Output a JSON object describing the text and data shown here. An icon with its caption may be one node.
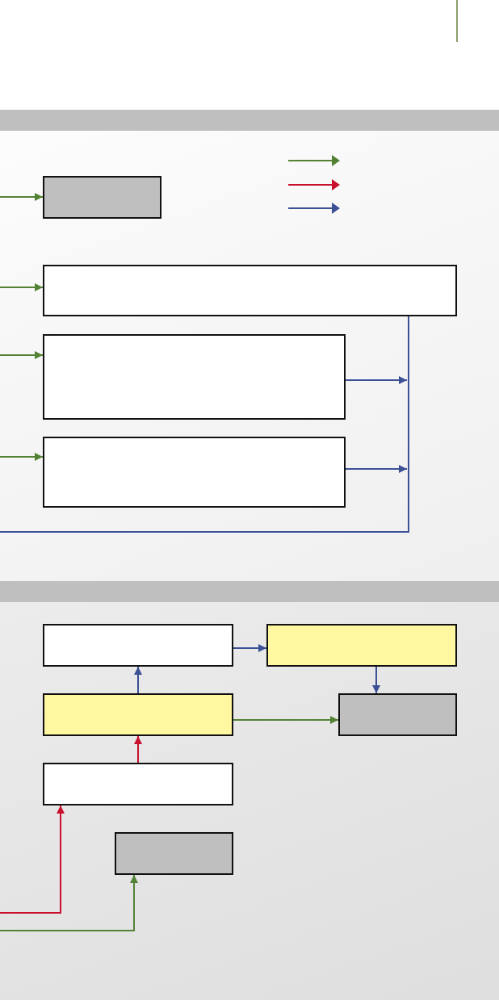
{
  "diagram": {
    "nodes": [
      {
        "text": [],
        "shape": "box"
      },
      {
        "text": [],
        "shape": "box"
      },
      {
        "text": [],
        "shape": "box"
      },
      {
        "text": [],
        "shape": "box"
      },
      {
        "text": [],
        "shape": "box"
      },
      {
        "text": [],
        "shape": "box"
      },
      {
        "text": [],
        "shape": "box"
      },
      {
        "text": [],
        "shape": "box"
      },
      {
        "text": [],
        "shape": "box"
      },
      {
        "text": [],
        "shape": "box"
      }
    ],
    "edges": [
      {
        "from": null,
        "to": 0,
        "arrow": "to"
      },
      {
        "from": null,
        "to": 1,
        "arrow": "to"
      },
      {
        "from": null,
        "to": 2,
        "arrow": "to"
      },
      {
        "from": null,
        "to": 3,
        "arrow": "to"
      },
      {
        "from": 2,
        "to": null,
        "arrow": "to",
        "color": "#3c5096"
      },
      {
        "from": 3,
        "to": null,
        "arrow": "to",
        "color": "#3c5096"
      },
      {
        "from": 1,
        "to": null,
        "arrow": "none",
        "color": "#3c5096"
      },
      {
        "from": 4,
        "to": 5,
        "arrow": "to",
        "color": "#3c5096"
      },
      {
        "from": 5,
        "to": 7,
        "arrow": "to",
        "color": "#3c5096"
      },
      {
        "from": 6,
        "to": 4,
        "arrow": "to",
        "color": "#3c5096"
      },
      {
        "from": 6,
        "to": 7,
        "arrow": "to"
      },
      {
        "from": 8,
        "to": 6,
        "arrow": "to",
        "color": "#c8102e"
      },
      {
        "from": null,
        "to": 8,
        "arrow": "to",
        "color": "#c8102e"
      },
      {
        "from": null,
        "to": 9,
        "arrow": "to"
      }
    ]
  }
}
